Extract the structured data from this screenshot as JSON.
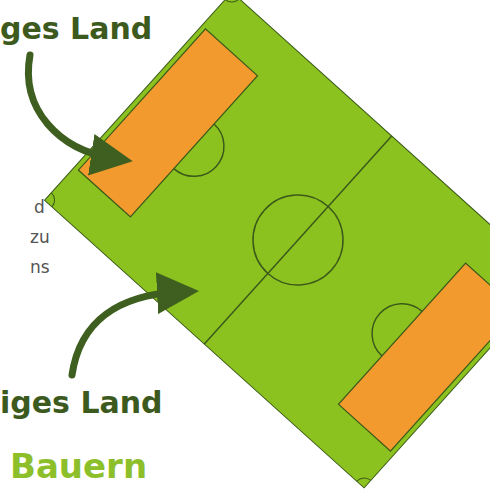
{
  "diagram": {
    "labels": [
      "ges Land",
      "d",
      "zu",
      "ns",
      "iges Land",
      "Bauern"
    ]
  }
}
